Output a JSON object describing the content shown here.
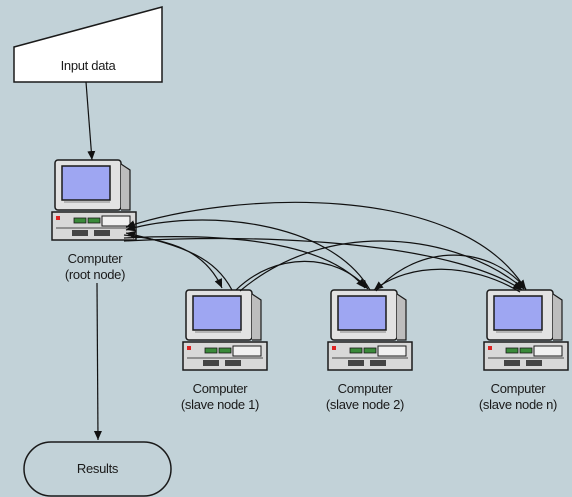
{
  "nodes": {
    "input": {
      "label": "Input data"
    },
    "root": {
      "line1": "Computer",
      "line2": "(root node)"
    },
    "slave1": {
      "line1": "Computer",
      "line2": "(slave node 1)"
    },
    "slave2": {
      "line1": "Computer",
      "line2": "(slave node 2)"
    },
    "slaven": {
      "line1": "Computer",
      "line2": "(slave node n)"
    },
    "results": {
      "label": "Results"
    }
  },
  "colors": {
    "background": "#c2d2d8",
    "screen": "#9ea6f2",
    "case": "#d8d8d8",
    "stroke": "#1a1a1a"
  }
}
